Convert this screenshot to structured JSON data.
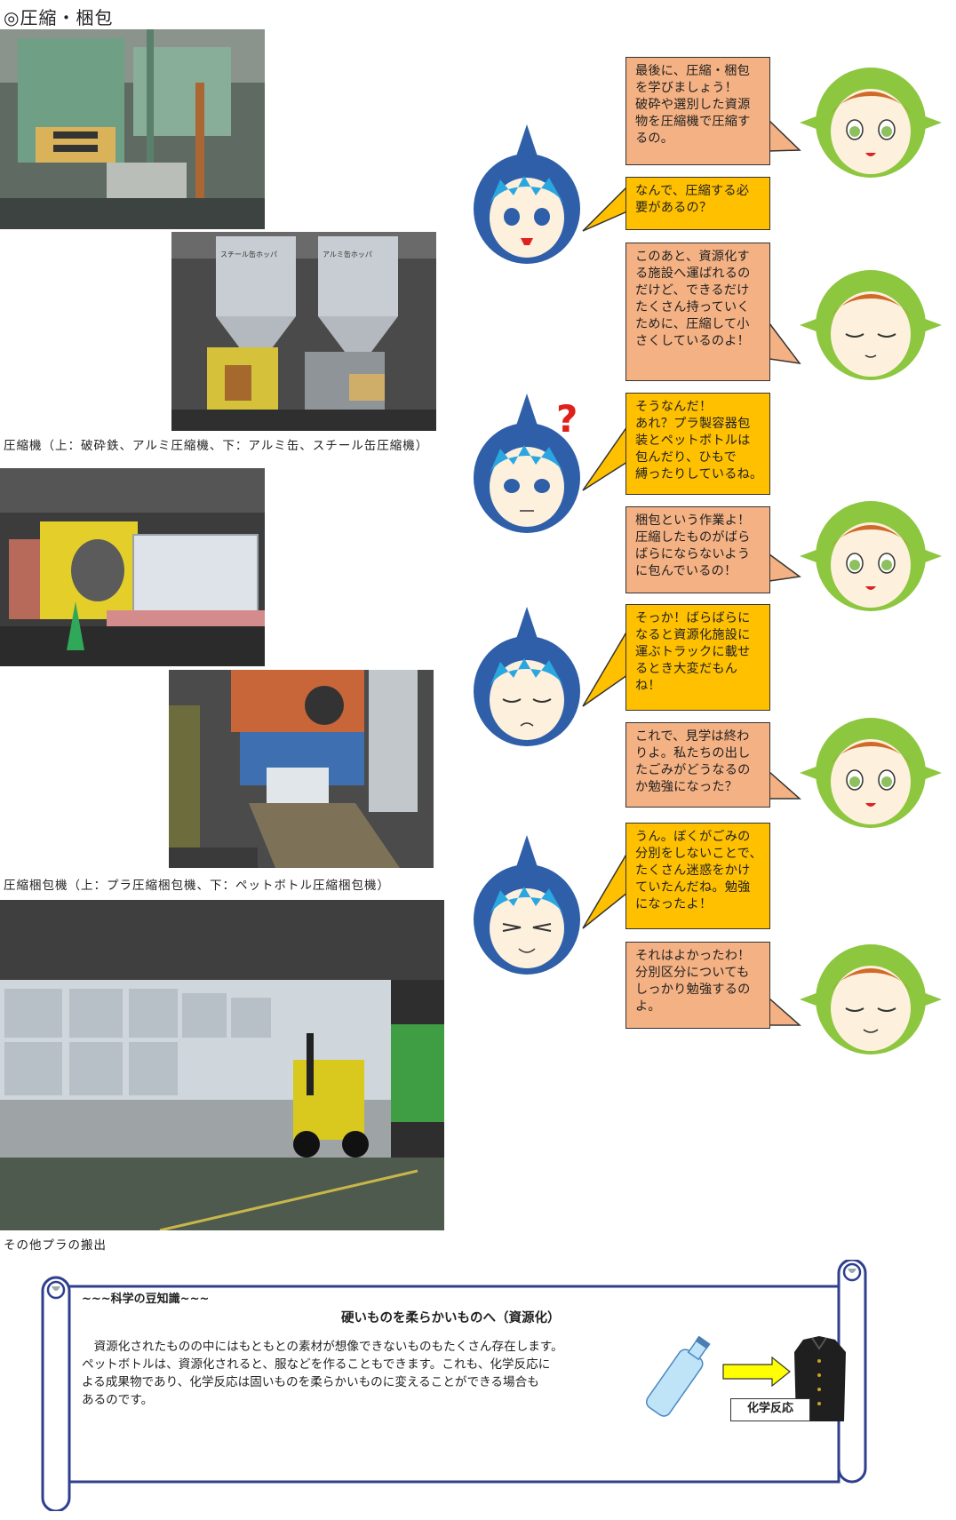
{
  "section": {
    "heading": "◎圧縮・梱包"
  },
  "captions": {
    "compressors": "圧縮機（上：破砕鉄、アルミ圧縮機、下：アルミ缶、スチール缶圧縮機）",
    "balers": "圧縮梱包機（上：プラ圧縮梱包機、下：ペットボトル圧縮梱包機）",
    "shipping": "その他プラの搬出"
  },
  "photo_labels": {
    "hopper_steel": "スチール缶ホッパ",
    "hopper_alu": "アルミ缶ホッパ"
  },
  "dialogue": [
    {
      "speaker": "girl",
      "lines": [
        "最後に、圧縮・梱包",
        "を学びましょう！",
        "破砕や選別した資源",
        "物を圧縮機で圧縮す",
        "るの。"
      ]
    },
    {
      "speaker": "boy",
      "lines": [
        "なんで、圧縮する必",
        "要があるの？"
      ]
    },
    {
      "speaker": "girl",
      "lines": [
        "このあと、資源化す",
        "る施設へ運ばれるの",
        "だけど、できるだけ",
        "たくさん持っていく",
        "ために、圧縮して小",
        "さくしているのよ！"
      ]
    },
    {
      "speaker": "boy",
      "lines": [
        "そうなんだ！",
        "あれ？プラ製容器包",
        "装とペットボトルは",
        "包んだり、ひもで",
        "縛ったりしているね。"
      ]
    },
    {
      "speaker": "girl",
      "lines": [
        "梱包という作業よ！",
        "圧縮したものがばら",
        "ばらにならないよう",
        "に包んでいるの！"
      ]
    },
    {
      "speaker": "boy",
      "lines": [
        "そっか！ばらばらに",
        "なると資源化施設に",
        "運ぶトラックに載せ",
        "るとき大変だもん",
        "ね！"
      ]
    },
    {
      "speaker": "girl",
      "lines": [
        "これで、見学は終わ",
        "りよ。私たちの出し",
        "たごみがどうなるの",
        "か勉強になった？"
      ]
    },
    {
      "speaker": "boy",
      "lines": [
        "うん。ぼくがごみの",
        "分別をしないことで、",
        "たくさん迷惑をかけ",
        "ていたんだね。勉強",
        "になったよ！"
      ]
    },
    {
      "speaker": "girl",
      "lines": [
        "それはよかったわ！",
        "分別区分についても",
        "しっかり勉強するの",
        "よ。"
      ]
    }
  ],
  "question_mark": "?",
  "trivia": {
    "title": "~~~科学の豆知識~~~",
    "subtitle": "硬いものを柔らかいものへ（資源化）",
    "body_lines": [
      "　資源化されたものの中にはもともとの素材が想像できないものもたくさん存在します。",
      "ペットボトルは、資源化されると、服などを作ることもできます。これも、化学反応に",
      "よる成果物であり、化学反応は固いものを柔らかいものに変えることができる場合も",
      "あるのです。"
    ],
    "reaction_label": "化学反応"
  },
  "colors": {
    "girl_bubble": "#f4b183",
    "boy_bubble": "#ffc000",
    "girl_hood": "#8dc63f",
    "boy_hood": "#2e5fa8",
    "scroll_border": "#2f3f8f"
  }
}
